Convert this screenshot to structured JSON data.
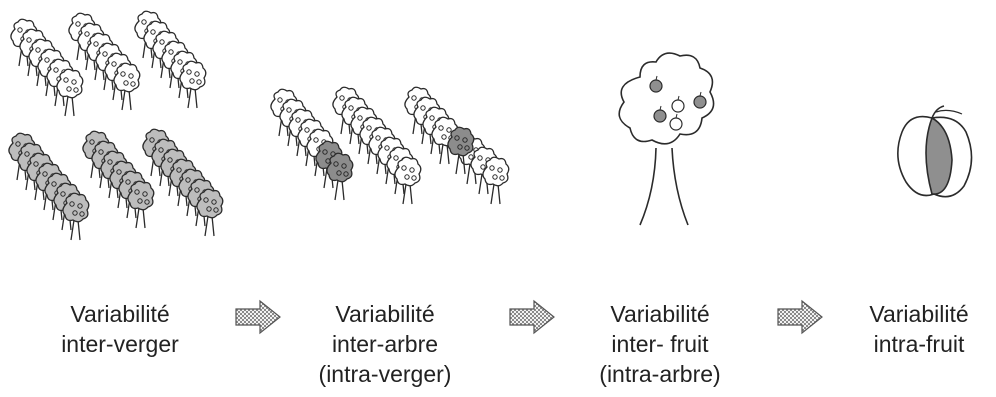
{
  "stages": [
    {
      "id": "inter-verger",
      "lines": [
        "Variabilité",
        "inter-verger"
      ]
    },
    {
      "id": "inter-arbre",
      "lines": [
        "Variabilité",
        "inter-arbre",
        "(intra-verger)"
      ]
    },
    {
      "id": "inter-fruit",
      "lines": [
        "Variabilité",
        "inter- fruit",
        "(intra-arbre)"
      ]
    },
    {
      "id": "intra-fruit",
      "lines": [
        "Variabilité",
        "intra-fruit"
      ]
    }
  ],
  "colors": {
    "line": "#2b2b2b",
    "tree_white": "#ffffff",
    "tree_light_grey": "#bdbdbd",
    "tree_dark_grey": "#8c8c8c",
    "apple_grey": "#8f8f8f",
    "arrow_pattern": "hatched-grey"
  },
  "icons": [
    "orchard-icon",
    "tree-row-icon",
    "apple-tree-icon",
    "apple-section-icon",
    "arrow-right-icon"
  ]
}
